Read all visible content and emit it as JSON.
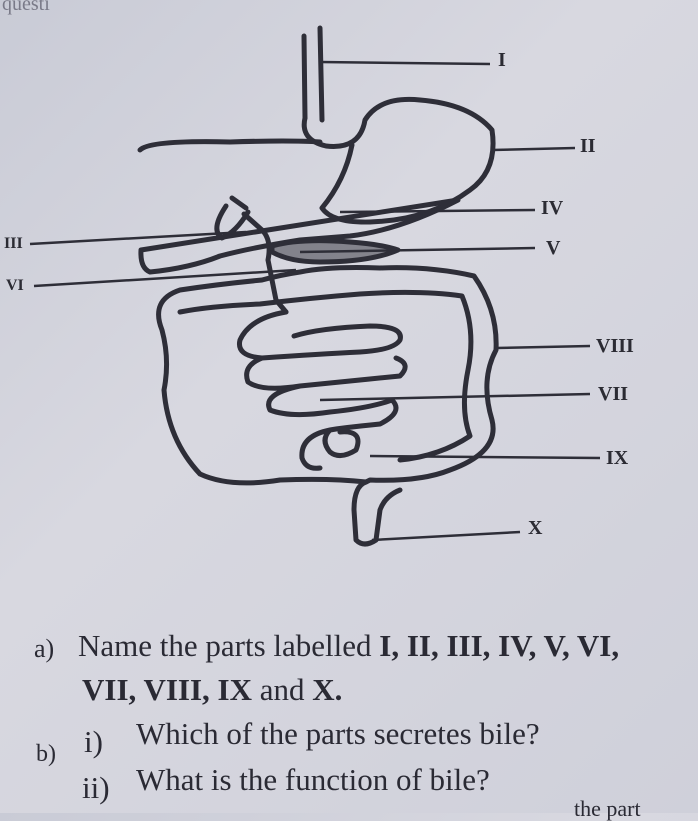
{
  "top_fragment": "questi",
  "labels": {
    "I": "I",
    "II": "II",
    "III": "III",
    "IV": "IV",
    "V": "V",
    "VI": "VI",
    "VII": "VII",
    "VIII": "VIII",
    "IX": "IX",
    "X": "X"
  },
  "questions": {
    "a_marker": "a)",
    "a_prefix": "Name the parts labelled",
    "a_parts_line1": "I, II, III, IV, V, VI,",
    "a_parts_line2": "VII, VIII, IX",
    "a_and": "and",
    "a_last": "X.",
    "b_marker": "b)",
    "b_i_marker": "i)",
    "b_i_text": "Which of the parts secretes bile?",
    "b_ii_marker": "ii)",
    "b_ii_text": "What is the function of bile?",
    "cut_text": "the part"
  }
}
